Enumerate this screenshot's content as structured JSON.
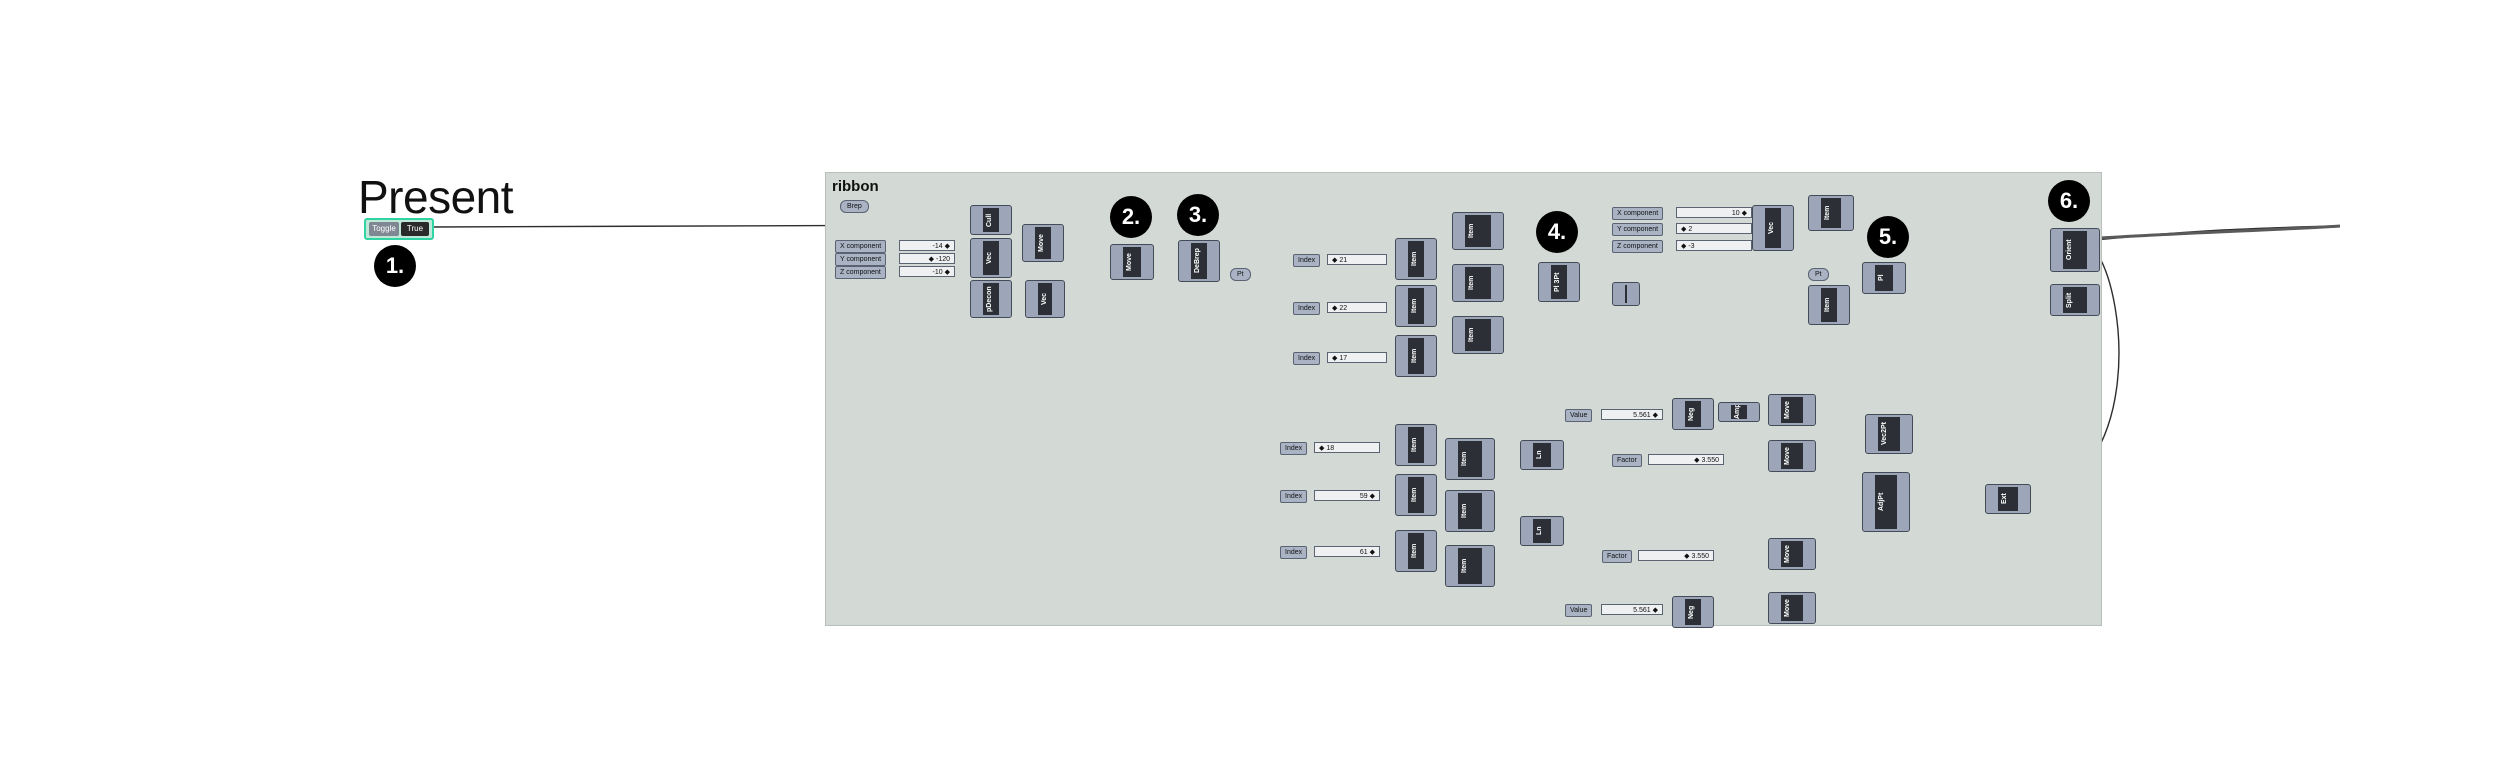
{
  "title": "Present",
  "group_label": "ribbon",
  "toggle": {
    "label": "Toggle",
    "value": "True"
  },
  "steps": [
    "1.",
    "2.",
    "3.",
    "4.",
    "5.",
    "6."
  ],
  "sliders": [
    {
      "label": "X component",
      "value": "-14 ◆"
    },
    {
      "label": "Y component",
      "value": "◆ -120"
    },
    {
      "label": "Z component",
      "value": "-10 ◆"
    },
    {
      "label": "Index",
      "value": "◆ 21"
    },
    {
      "label": "Index",
      "value": "◆ 22"
    },
    {
      "label": "Index",
      "value": "◆ 17"
    },
    {
      "label": "Index",
      "value": "◆ 18"
    },
    {
      "label": "Index",
      "value": "59 ◆"
    },
    {
      "label": "Index",
      "value": "61 ◆"
    },
    {
      "label": "X component",
      "value": "10 ◆"
    },
    {
      "label": "Y component",
      "value": "◆ 2"
    },
    {
      "label": "Z component",
      "value": "◆ -3"
    },
    {
      "label": "Value",
      "value": "5.561 ◆"
    },
    {
      "label": "Factor",
      "value": "◆ 3.550"
    },
    {
      "label": "Factor",
      "value": "◆ 3.550"
    },
    {
      "label": "Value",
      "value": "5.561 ◆"
    }
  ],
  "tags": [
    "Brep",
    "Pt",
    "Pt"
  ],
  "components": [
    "Cull",
    "Vec",
    "Move",
    "pDecon",
    "Vec",
    "Move",
    "DeBrep",
    "Item",
    "Item",
    "Item",
    "Item",
    "Item",
    "Item",
    "Item",
    "Item",
    "Item",
    "Item",
    "Item",
    "Item",
    "Pl 3Pt",
    "Vec",
    "XY",
    "Item",
    "Pl",
    "Orient",
    "Split",
    "Neg",
    "Vec2Pt",
    "Amp",
    "Move",
    "Move",
    "Move",
    "Move",
    "Ln",
    "Ln",
    "AdjPt",
    "Neg",
    "Ext"
  ]
}
